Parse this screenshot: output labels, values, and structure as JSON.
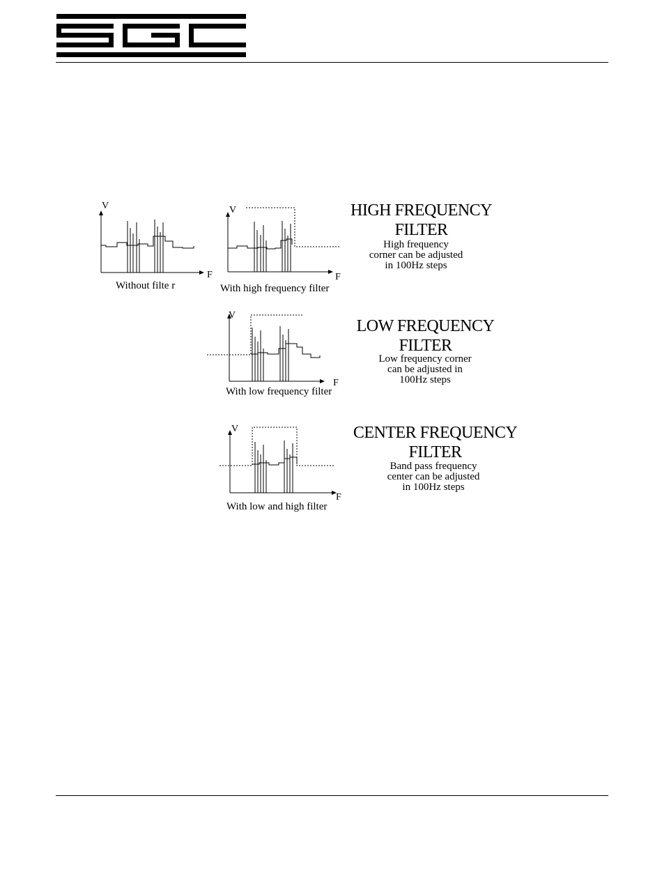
{
  "brand": {
    "logo_text": "SGC",
    "color": "#000000"
  },
  "diagrams": [
    {
      "id": "without-filter",
      "caption": "Without filte r",
      "y_axis_label": "V",
      "x_axis_label": "F"
    },
    {
      "id": "high-frequency",
      "caption": "With high frequency filter",
      "y_axis_label": "V",
      "x_axis_label": "F",
      "heading_line1": "HIGH FREQUENCY",
      "heading_line2": "FILTER",
      "description": [
        "High frequency",
        "corner can be adjusted",
        "in 100Hz steps"
      ]
    },
    {
      "id": "low-frequency",
      "caption": "With low frequency filter",
      "y_axis_label": "V",
      "x_axis_label": "F",
      "heading_line1": "LOW FREQUENCY",
      "heading_line2": "FILTER",
      "description": [
        "Low frequency corner",
        "can be adjusted in",
        "100Hz steps"
      ]
    },
    {
      "id": "center-frequency",
      "caption": "With low and high filter",
      "y_axis_label": "V",
      "x_axis_label": "F",
      "heading_line1": "CENTER FREQUENCY",
      "heading_line2": "FILTER",
      "description": [
        "Band pass frequency",
        "center can be adjusted",
        "in 100Hz steps"
      ]
    }
  ]
}
